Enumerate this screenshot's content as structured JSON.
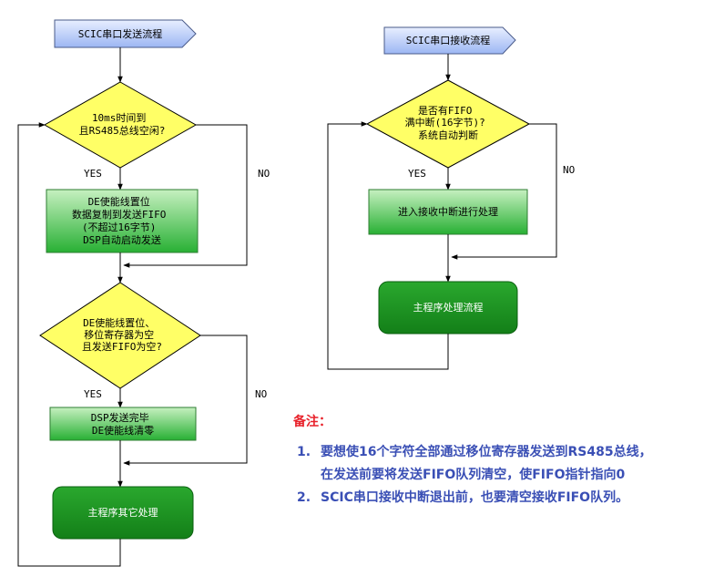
{
  "left_flow": {
    "title": "SCIC串口发送流程",
    "decision1": [
      "10ms时间到",
      "且RS485总线空闲?"
    ],
    "yes1": "YES",
    "no1": "NO",
    "process1": [
      "DE使能线置位",
      "数据复制到发送FIFO",
      "(不超过16字节)",
      "DSP自动启动发送"
    ],
    "decision2": [
      "DE使能线置位、",
      "移位寄存器为空",
      "且发送FIFO为空?"
    ],
    "yes2": "YES",
    "no2": "NO",
    "process2": [
      "DSP发送完毕",
      "DE使能线清零"
    ],
    "terminal": "主程序其它处理"
  },
  "right_flow": {
    "title": "SCIC串口接收流程",
    "decision1": [
      "是否有FIFO",
      "满中断(16字节)?",
      "系统自动判断"
    ],
    "yes1": "YES",
    "no1": "NO",
    "process1": "进入接收中断进行处理",
    "terminal": "主程序处理流程"
  },
  "notes": {
    "title": "备注：",
    "items": [
      {
        "num": "1.",
        "lines": [
          "要想使16个字符全部通过移位寄存器发送到RS485总线，",
          "在发送前要将发送FIFO队列清空，使FIFO指针指向0"
        ]
      },
      {
        "num": "2.",
        "lines": [
          "SCIC串口接收中断退出前，也要清空接收FIFO队列。"
        ]
      }
    ]
  },
  "colors": {
    "start_fill_top": "#dde7ff",
    "start_fill_bottom": "#9fb8f5",
    "decision_fill": "#ffff66",
    "process_top": "#b7ecb2",
    "process_bottom": "#2fb43a",
    "terminal_fill": "#1c9a22",
    "note_title": "#e8212a",
    "note_text": "#3a4fb5"
  }
}
